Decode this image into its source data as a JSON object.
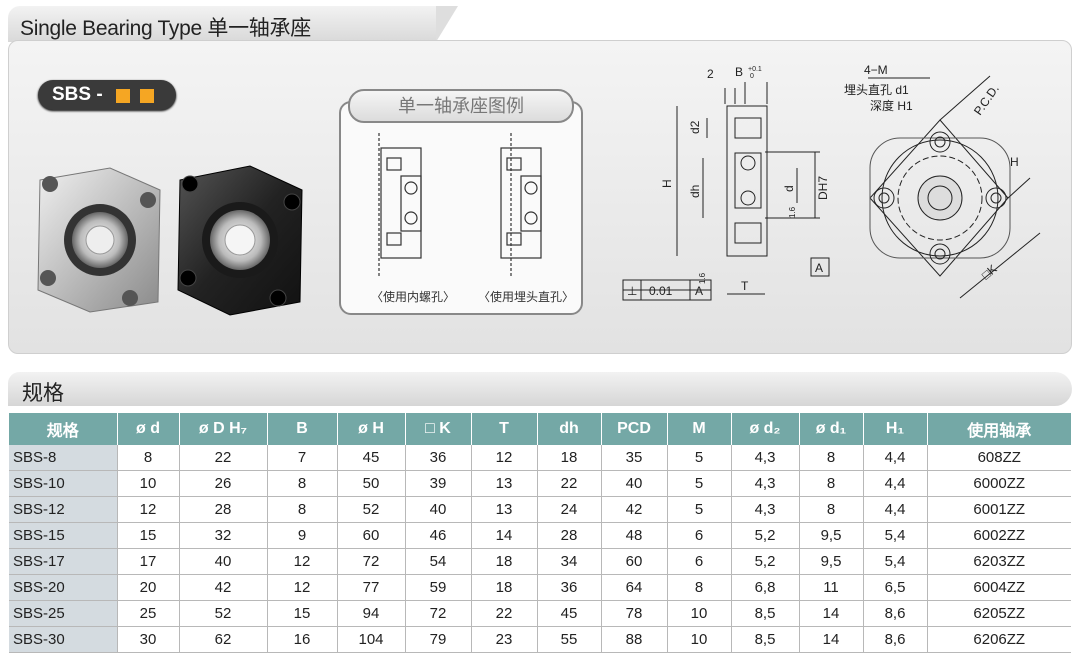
{
  "header": {
    "title": "Single Bearing Type 单一轴承座"
  },
  "badge": {
    "label": "SBS -",
    "accent": "#f5a623"
  },
  "legend": {
    "title": "单一轴承座图例",
    "caption_left": "〈使用内螺孔〉",
    "caption_right": "〈使用埋头直孔〉"
  },
  "drawing": {
    "dim_2": "2",
    "dim_B": "B",
    "tol_B_upper": "+0.1",
    "tol_B_lower": "0",
    "label_d2": "d2",
    "label_H": "H",
    "label_dh": "dh",
    "label_d": "d",
    "label_DH7": "DH7",
    "rough_1": "1.6",
    "rough_2": "1.6",
    "datum": "A",
    "tol_symbol": "⊥",
    "tol_value": "0.01",
    "tol_datum": "A",
    "label_T": "T"
  },
  "front_view": {
    "label_4M": "4−M",
    "label_counterbore": "埋头直孔 d1",
    "label_depth": "深度 H1",
    "label_pcd": "P.C.D.",
    "label_H": "H",
    "label_K": "□K"
  },
  "spec_section": {
    "title": "规格"
  },
  "table": {
    "headers": [
      "规格",
      "ø d",
      "ø D H₇",
      "B",
      "ø H",
      "□ K",
      "T",
      "dh",
      "PCD",
      "M",
      "ø d₂",
      "ø d₁",
      "H₁",
      "使用轴承"
    ],
    "rows": [
      [
        "SBS-8",
        "8",
        "22",
        "7",
        "45",
        "36",
        "12",
        "18",
        "35",
        "5",
        "4,3",
        "8",
        "4,4",
        "608ZZ"
      ],
      [
        "SBS-10",
        "10",
        "26",
        "8",
        "50",
        "39",
        "13",
        "22",
        "40",
        "5",
        "4,3",
        "8",
        "4,4",
        "6000ZZ"
      ],
      [
        "SBS-12",
        "12",
        "28",
        "8",
        "52",
        "40",
        "13",
        "24",
        "42",
        "5",
        "4,3",
        "8",
        "4,4",
        "6001ZZ"
      ],
      [
        "SBS-15",
        "15",
        "32",
        "9",
        "60",
        "46",
        "14",
        "28",
        "48",
        "6",
        "5,2",
        "9,5",
        "5,4",
        "6002ZZ"
      ],
      [
        "SBS-17",
        "17",
        "40",
        "12",
        "72",
        "54",
        "18",
        "34",
        "60",
        "6",
        "5,2",
        "9,5",
        "5,4",
        "6203ZZ"
      ],
      [
        "SBS-20",
        "20",
        "42",
        "12",
        "77",
        "59",
        "18",
        "36",
        "64",
        "8",
        "6,8",
        "11",
        "6,5",
        "6004ZZ"
      ],
      [
        "SBS-25",
        "25",
        "52",
        "15",
        "94",
        "72",
        "22",
        "45",
        "78",
        "10",
        "8,5",
        "14",
        "8,6",
        "6205ZZ"
      ],
      [
        "SBS-30",
        "30",
        "62",
        "16",
        "104",
        "79",
        "23",
        "55",
        "88",
        "10",
        "8,5",
        "14",
        "8,6",
        "6206ZZ"
      ]
    ]
  },
  "colors": {
    "table_header": "#74a8a6",
    "model_cell": "#d4dbe0"
  }
}
